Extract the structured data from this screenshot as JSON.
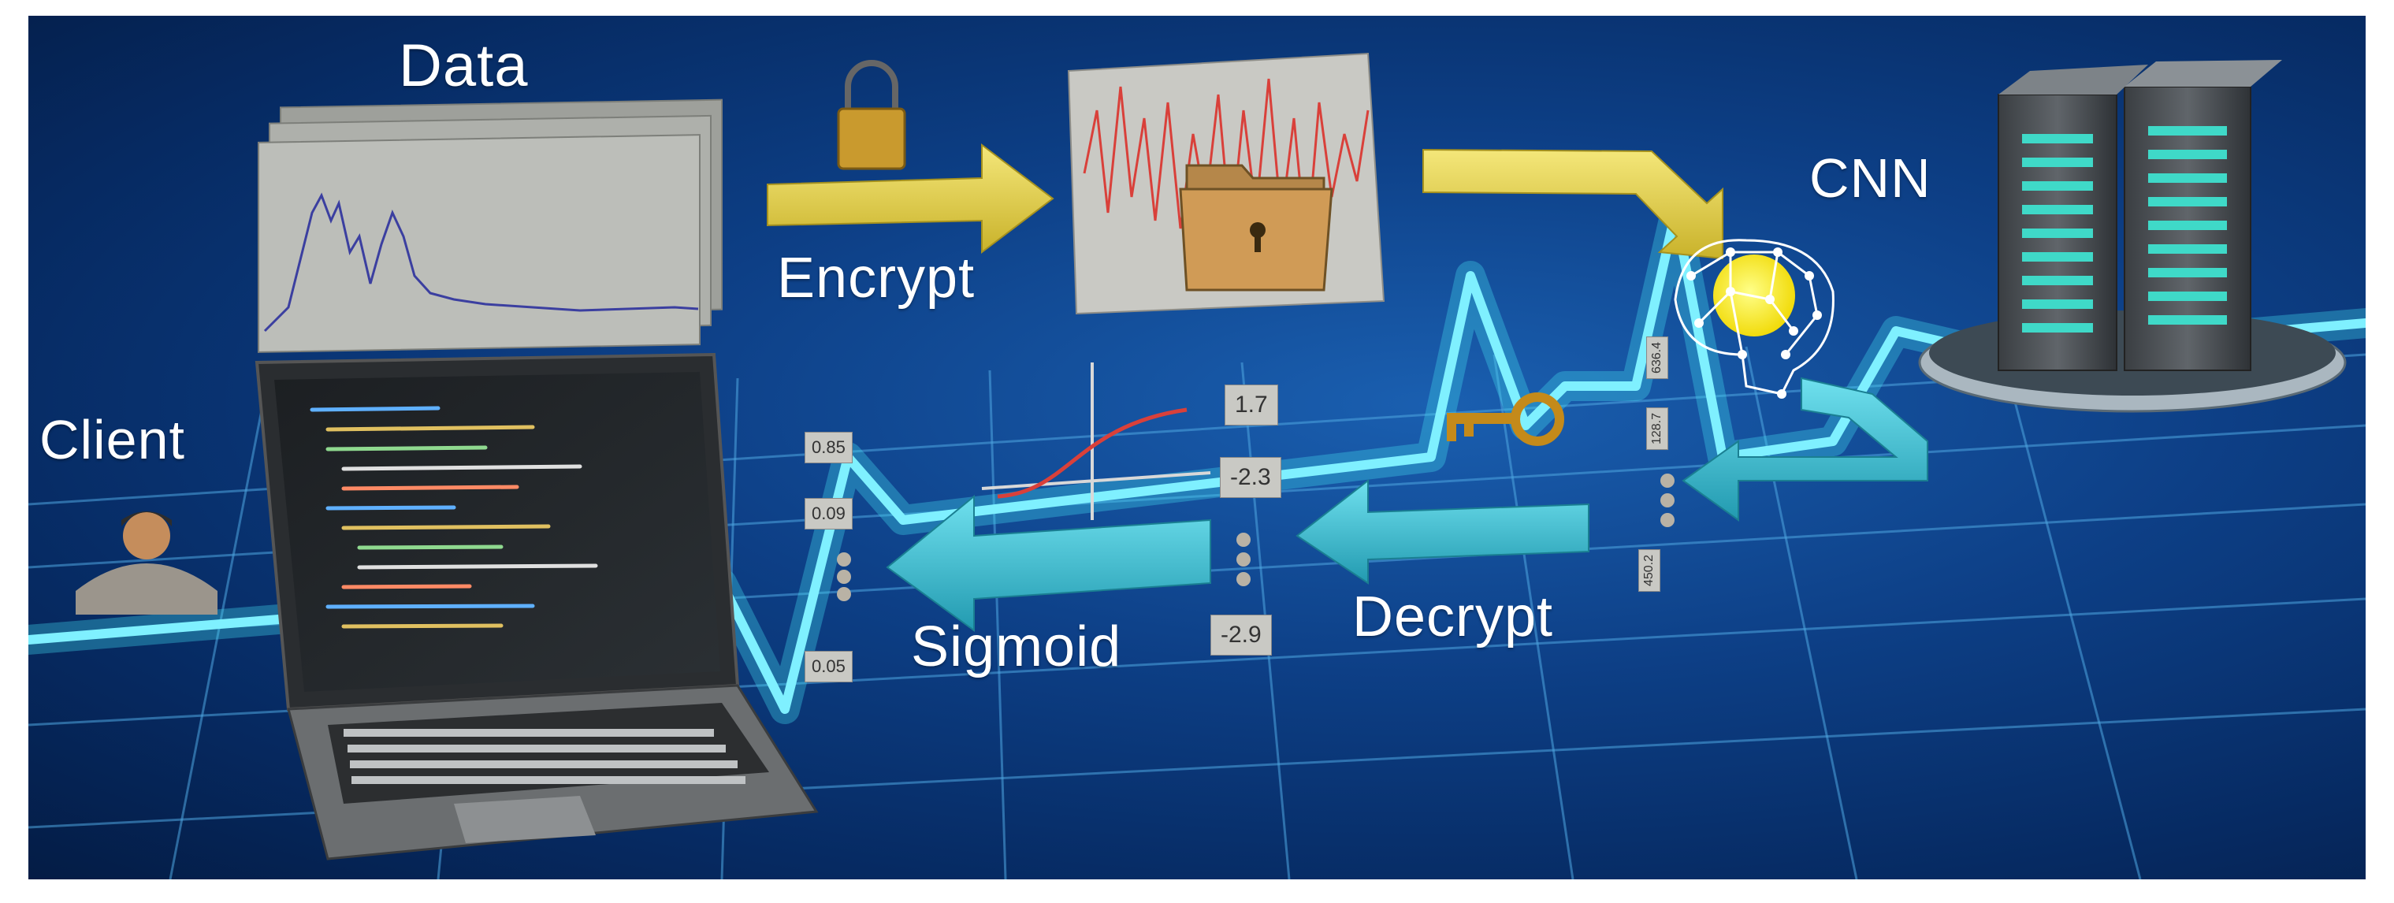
{
  "labels": {
    "data": "Data",
    "encrypt": "Encrypt",
    "cnn": "CNN",
    "client": "Client",
    "sigmoid": "Sigmoid",
    "decrypt": "Decrypt"
  },
  "sigmoid_outputs": [
    "0.85",
    "0.09",
    "0.05"
  ],
  "sigmoid_inputs": [
    "1.7",
    "-2.3",
    "-2.9"
  ],
  "cnn_outputs": [
    "636.4",
    "128.7",
    "450.2"
  ],
  "colors": {
    "background": "#0d3f86",
    "forward_arrow": "#e8d24a",
    "return_arrow": "#3ec6d8",
    "grid_line": "#4fc3f7",
    "data_signal": "#3b3fa0",
    "encrypted_signal": "#d9403a",
    "brain_node": "#ffee33"
  },
  "icons": [
    "lock-icon",
    "key-icon",
    "folder-lock-icon",
    "brain-network-icon",
    "server-icon",
    "laptop-icon",
    "user-icon"
  ]
}
